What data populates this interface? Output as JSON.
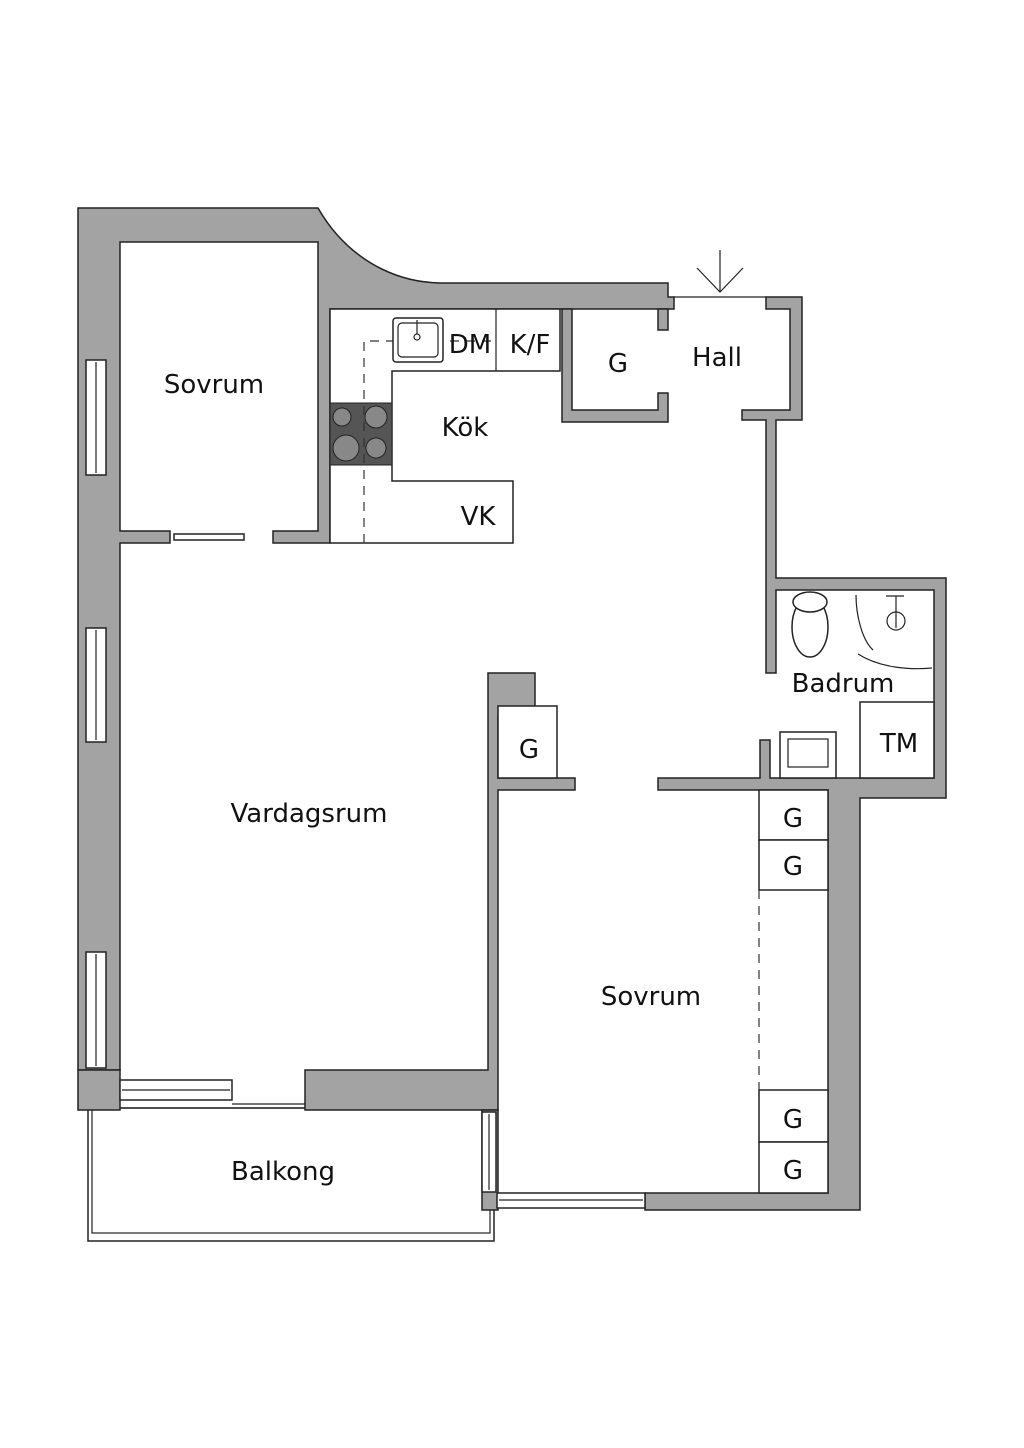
{
  "title": "Floor plan",
  "rooms": {
    "sovrum_1": "Sovrum",
    "kok": "Kök",
    "hall": "Hall",
    "badrum": "Badrum",
    "vardagsrum": "Vardagsrum",
    "sovrum_2": "Sovrum",
    "balkong": "Balkong"
  },
  "fixtures": {
    "dm": "DM",
    "kf": "K/F",
    "vk": "VK",
    "tm": "TM",
    "g_hall": "G",
    "g_middle": "G",
    "g_bed_1": "G",
    "g_bed_2": "G",
    "g_bed_3": "G",
    "g_bed_4": "G"
  },
  "colors": {
    "wall": "#a3a3a3",
    "stove": "#555555"
  }
}
